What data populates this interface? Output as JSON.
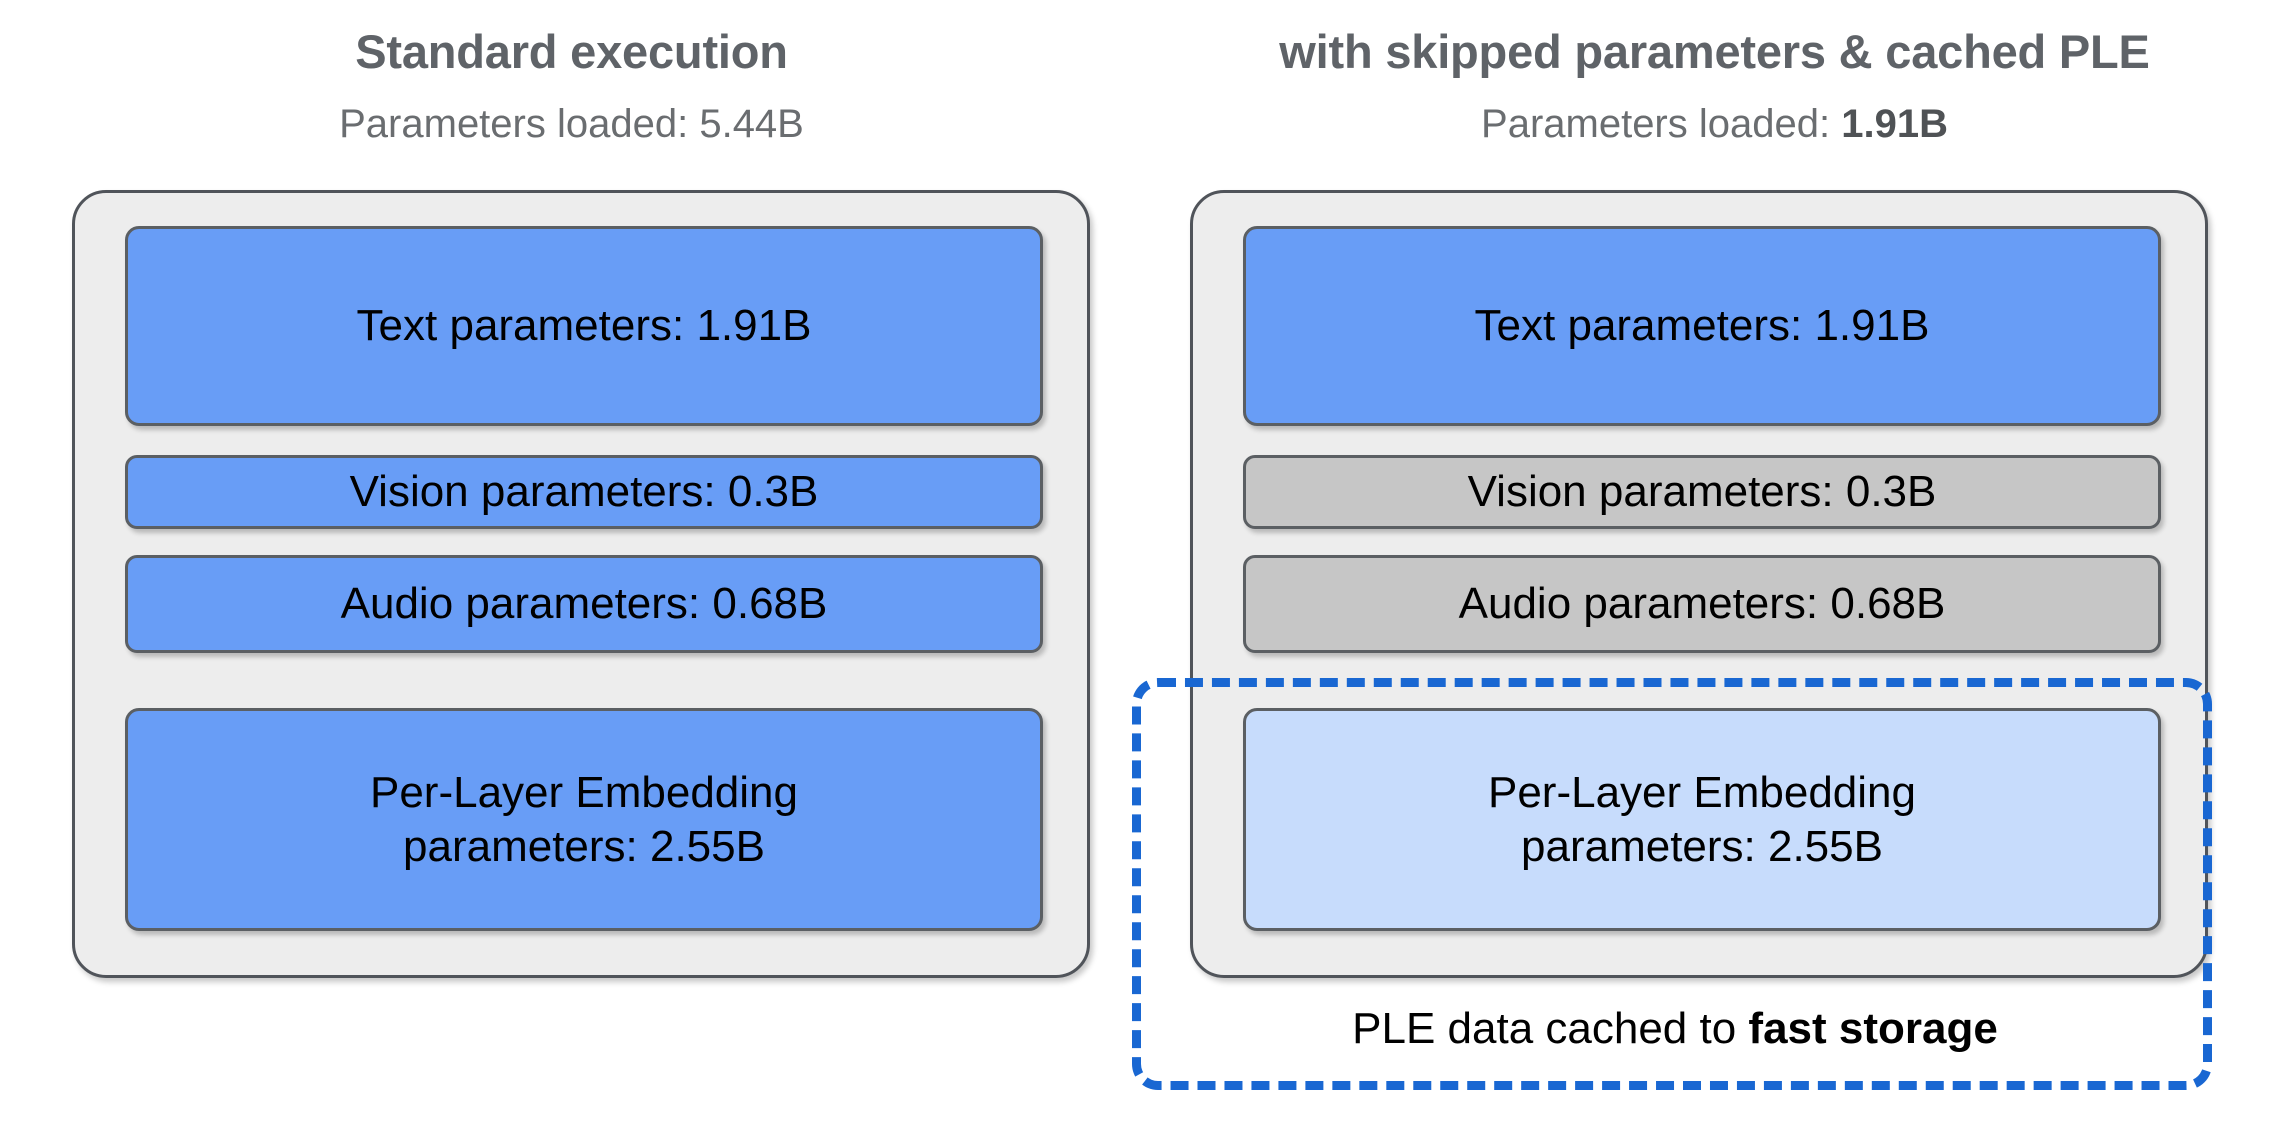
{
  "diagram": {
    "title_bar_accent": "#1967d2",
    "colors": {
      "active_blue": "#689df6",
      "cached_light_blue": "#c7dcfc",
      "skipped_gray": "#c6c6c6",
      "panel_gray": "#ededed",
      "dashed_blue": "#1967d2",
      "header_text_gray": "#5f6368"
    },
    "columns": [
      {
        "id": "standard",
        "title": "Standard execution",
        "subtitle_prefix": "Parameters loaded: ",
        "subtitle_value": "5.44B",
        "subtitle_value_bold": false,
        "boxes": [
          {
            "id": "text",
            "label": "Text parameters: 1.91B",
            "state": "loaded",
            "fill": "#689df6",
            "value": "1.91B"
          },
          {
            "id": "vision",
            "label": "Vision parameters: 0.3B",
            "state": "loaded",
            "fill": "#689df6",
            "value": "0.3B"
          },
          {
            "id": "audio",
            "label": "Audio parameters: 0.68B",
            "state": "loaded",
            "fill": "#689df6",
            "value": "0.68B"
          },
          {
            "id": "ple",
            "label_line1": "Per-Layer Embedding",
            "label_line2": "parameters: 2.55B",
            "state": "loaded",
            "fill": "#689df6",
            "value": "2.55B"
          }
        ]
      },
      {
        "id": "optimized",
        "title": "with skipped parameters & cached PLE",
        "subtitle_prefix": "Parameters loaded: ",
        "subtitle_value": "1.91B",
        "subtitle_value_bold": true,
        "boxes": [
          {
            "id": "text",
            "label": "Text parameters: 1.91B",
            "state": "loaded",
            "fill": "#689df6",
            "value": "1.91B"
          },
          {
            "id": "vision",
            "label": "Vision parameters: 0.3B",
            "state": "skipped",
            "fill": "#c6c6c6",
            "value": "0.3B"
          },
          {
            "id": "audio",
            "label": "Audio parameters: 0.68B",
            "state": "skipped",
            "fill": "#c6c6c6",
            "value": "0.68B"
          },
          {
            "id": "ple",
            "label_line1": "Per-Layer Embedding",
            "label_line2": "parameters: 2.55B",
            "state": "cached",
            "fill": "#c7dcfc",
            "value": "2.55B"
          }
        ],
        "cache_caption_prefix": "PLE data cached to ",
        "cache_caption_emphasis": "fast storage"
      }
    ]
  }
}
